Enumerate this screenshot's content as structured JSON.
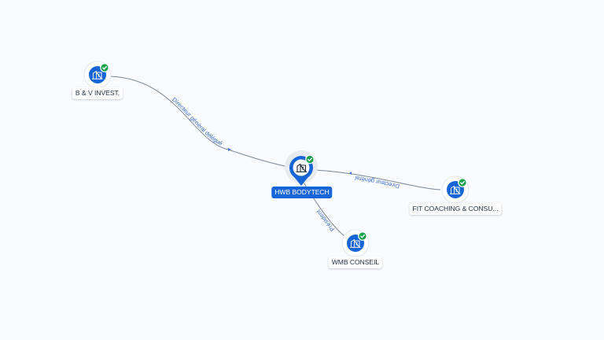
{
  "center": {
    "label": "HWB BODYTECH",
    "icon": "building-icon",
    "verified": true
  },
  "nodes": [
    {
      "id": "bv",
      "label": "B & V INVEST.",
      "icon": "building-icon",
      "verified": true
    },
    {
      "id": "fit",
      "label": "FIT COACHING & CONSU...",
      "icon": "building-icon",
      "verified": true
    },
    {
      "id": "wmb",
      "label": "WMB CONSEIL",
      "icon": "building-icon",
      "verified": true
    }
  ],
  "edges": [
    {
      "from": "bv",
      "to": "center",
      "label": "Directeur général délégué"
    },
    {
      "from": "fit",
      "to": "center",
      "label": "Directeur général"
    },
    {
      "from": "wmb",
      "to": "center",
      "label": "Président"
    }
  ],
  "colors": {
    "node": "#1565d8",
    "verified": "#18a34a",
    "edge_label": "#3f6fd1",
    "edge_line": "#7d8797",
    "background": "#f9fbfe"
  }
}
